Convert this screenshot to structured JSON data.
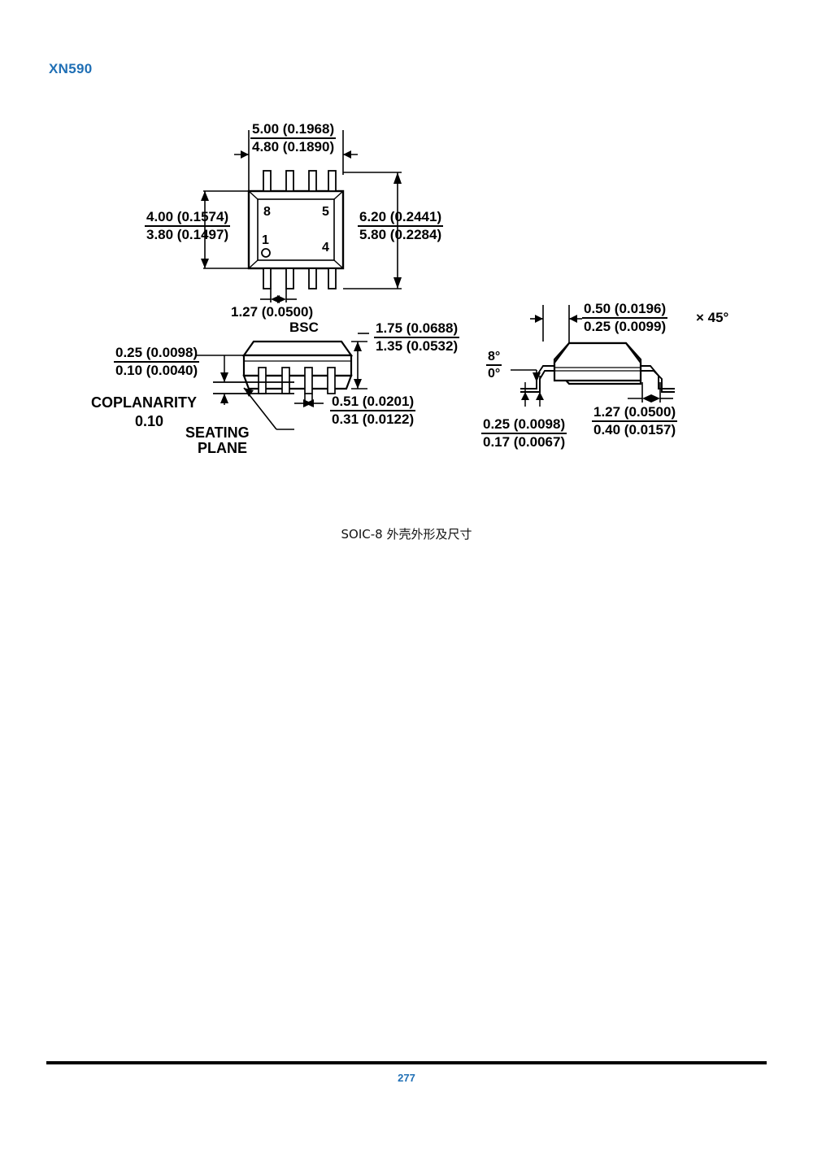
{
  "header": {
    "part_number": "XN590"
  },
  "footer": {
    "page_number": "277"
  },
  "figure": {
    "caption": "SOIC-8 外壳外形及尺寸",
    "pin_labels": {
      "pin8": "8",
      "pin5": "5",
      "pin1": "1",
      "pin4": "4"
    },
    "dimensions": {
      "body_length": {
        "max": "5.00 (0.1968)",
        "min": "4.80 (0.1890)"
      },
      "body_width": {
        "max": "4.00 (0.1574)",
        "min": "3.80 (0.1497)"
      },
      "overall_width": {
        "max": "6.20 (0.2441)",
        "min": "5.80 (0.2284)"
      },
      "lead_pitch": {
        "value": "1.27 (0.0500)",
        "note": "BSC"
      },
      "overall_height": {
        "max": "1.75 (0.0688)",
        "min": "1.35 (0.0532)"
      },
      "standoff": {
        "max": "0.25 (0.0098)",
        "min": "0.10 (0.0040)"
      },
      "lead_width": {
        "max": "0.51 (0.0201)",
        "min": "0.31 (0.0122)"
      },
      "chamfer": {
        "max": "0.50 (0.0196)",
        "min": "0.25 (0.0099)",
        "angle": "× 45°"
      },
      "lead_angle": {
        "max": "8°",
        "min": "0°"
      },
      "lead_thickness": {
        "max": "0.25 (0.0098)",
        "min": "0.17 (0.0067)"
      },
      "foot_length": {
        "max": "1.27 (0.0500)",
        "min": "0.40 (0.0157)"
      }
    },
    "notes": {
      "coplanarity_label": "COPLANARITY",
      "coplanarity_value": "0.10",
      "seating_plane_line1": "SEATING",
      "seating_plane_line2": "PLANE"
    }
  },
  "colors": {
    "accent_blue": "#1f6fb5",
    "line_black": "#000000",
    "page_white": "#ffffff"
  }
}
